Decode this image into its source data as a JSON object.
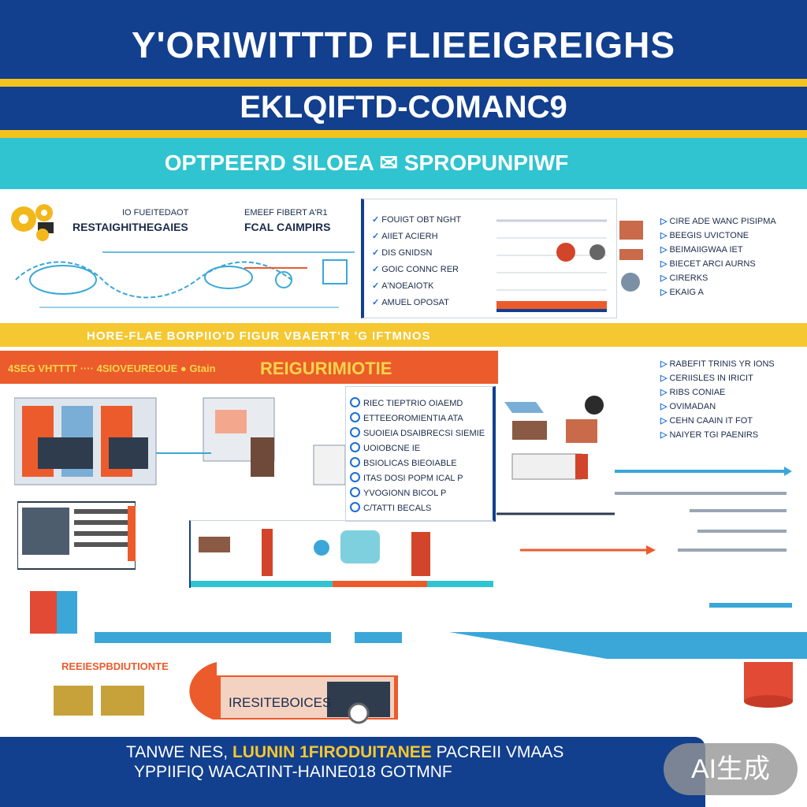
{
  "header": {
    "title": "Y'ORIWITTTD FLIEEIGREIGHS",
    "subtitle": "EKLQIFTD-COMANC9",
    "teal_banner": "OPTPEERD SILOEA ✉ SPROPUNPIWF"
  },
  "section1": {
    "left_labels": [
      "RESTAIGHITHEGAIES",
      "FCAL CAIMPIRS"
    ],
    "left_labels_small": [
      "IO FUEITEDAOT",
      "EMEEF FIBERT A'R1"
    ],
    "mid_list": [
      "FOUIGT OBT NGHT",
      "AIIET ACIERH",
      "DIS GNIDSN",
      "GOIC CONNC RER",
      "A'NOEAIOTK",
      "AMUEL OPOSAT"
    ],
    "right_list": [
      "CIRE ADE WANC PISIPMA",
      "BEEGIS UVICTONE",
      "BEIMAIIGWAA IET",
      "BIECET ARCI AURNS",
      "CIRERKS",
      "EKAIG A"
    ]
  },
  "section2": {
    "yellow_banner": "HORE-FLAE BORPIIO'D FIGUR VBAERT'R 'G IFTMNOS",
    "orange_banner": "REIGURIMIOTIE",
    "orange_prefix": "4SEG VHTTTT  ····  4SIOVEUREOUE  ●  Gtain",
    "mid_list": [
      "RIEC TIEPTRIO OIAEMD",
      "ETTEEOROMIENTIA ATA",
      "SUOIEIA DSAIBRECSI SIEMIE",
      "UOIOBCNE IE",
      "BSIOLICAS BIEOIABLE",
      "ITAS DOSI POPM ICAL P",
      "YVOGIONN BICOL P",
      "C/TATTI BECALS"
    ],
    "right_list": [
      "RABEFIT TRINIS YR IONS",
      "CERIISLES IN IRICIT",
      "RIBS CONIAE",
      "OVIMADAN",
      "CEHN CAAIN IT FOT",
      "NAIYER TGI PAENIRS"
    ]
  },
  "section3": {
    "box_label": "IRESITEBOICES",
    "left_label": "REEIESPBDIUTIONTE"
  },
  "footer": {
    "line1_a": "TANWE NES,",
    "line1_b": "LUUNIN 1FIRODUITANEE",
    "line1_c": "PACREII VMAAS",
    "line2": "YPPIIFIQ WACATINT-HAINE018 GOTMNF"
  },
  "badge": {
    "label": "AI生成"
  },
  "colors": {
    "navy": "#123f8e",
    "yellow": "#f4c21c",
    "teal": "#2fc4cf",
    "orange": "#ec5b2c",
    "sky": "#3aa7d8"
  }
}
